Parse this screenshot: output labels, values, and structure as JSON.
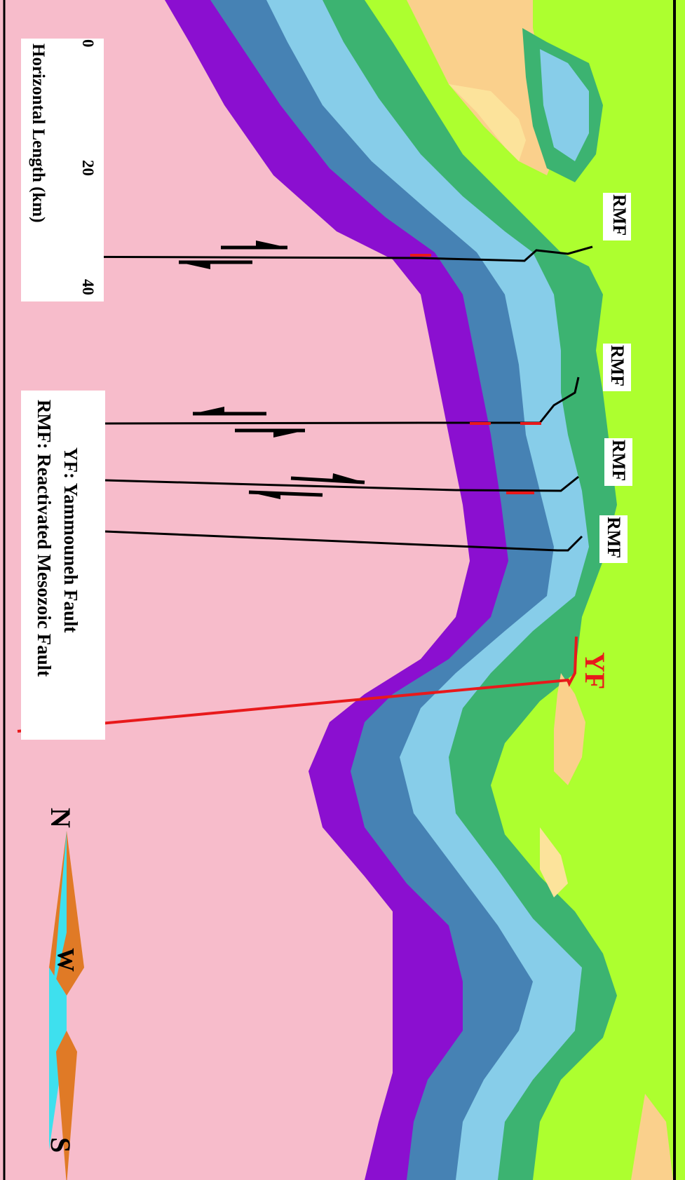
{
  "fault_labels": {
    "rmf_1": "RMF",
    "rmf_2": "RMF",
    "rmf_3": "RMF",
    "rmf_4": "RMF",
    "yf": "YF"
  },
  "scale_bar": {
    "title": "Horizontal Length (km)",
    "ticks": [
      "0",
      "20",
      "40"
    ]
  },
  "legend": {
    "line_1": "YF: Yammouneh Fault",
    "line_2": "RMF: Reactivated Mesozoic Fault"
  },
  "compass": {
    "north": "N",
    "south": "S",
    "west": "W"
  },
  "colors": {
    "basement": "#f7bccb",
    "purple_layer": "#8b0fd0",
    "steel_blue_layer": "#4682b4",
    "light_blue_layer": "#87cde9",
    "green_layer": "#3cb371",
    "yellow_green_layer": "#adff2f",
    "orange_layer": "#fad08c",
    "yellow_layer": "#fce39b",
    "yammouneh_fault": "#e8191b",
    "rmf_faults": "#000000"
  }
}
